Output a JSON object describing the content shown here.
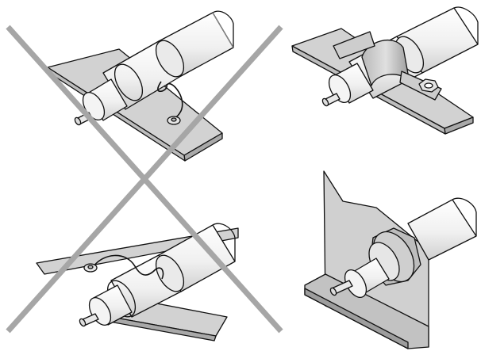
{
  "figure": {
    "panels": [
      {
        "id": "pigtail-clamp-top",
        "verdict": "incorrect",
        "mark": "cross-icon"
      },
      {
        "id": "strap-clamp",
        "verdict": "correct"
      },
      {
        "id": "pigtail-clamp-bottom",
        "verdict": "incorrect",
        "mark": "cross-icon"
      },
      {
        "id": "bulkhead-gland",
        "verdict": "correct"
      }
    ],
    "colors": {
      "stroke": "#111111",
      "cable_fill": "#f2f2f2",
      "plate_fill": "#d2d2d2",
      "clamp_fill": "#c8c8c8",
      "cross": "#a6a6a6"
    }
  }
}
